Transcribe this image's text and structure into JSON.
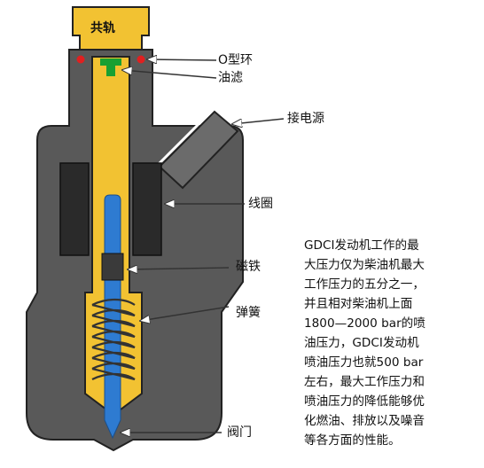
{
  "labels": {
    "rail": "共轨",
    "oring": "O型环",
    "filter": "油滤",
    "power": "接电源",
    "coil": "线圈",
    "magnet": "磁铁",
    "spring": "弹簧",
    "valve": "阀门"
  },
  "description_lines": [
    "GDCI发动机工作的最",
    "大压力仅为柴油机最大",
    "工作压力的五分之一，",
    "并且相对柴油机上面",
    "1800—2000 bar的喷",
    "油压力，GDCI发动机",
    "喷油压力也就500 bar",
    "左右，最大工作压力和",
    "喷油压力的降低能够优",
    "化燃油、排放以及噪音",
    "等各方面的性能。"
  ],
  "colors": {
    "fuel": "#f2c232",
    "body": "#595959",
    "needle": "#2e7bd1",
    "oring": "#e02020",
    "filter": "#19a032",
    "coil": "#2a2a2a",
    "spring_chamber": "#f2c232"
  },
  "icons": {
    "arrow": "callout-arrow"
  }
}
